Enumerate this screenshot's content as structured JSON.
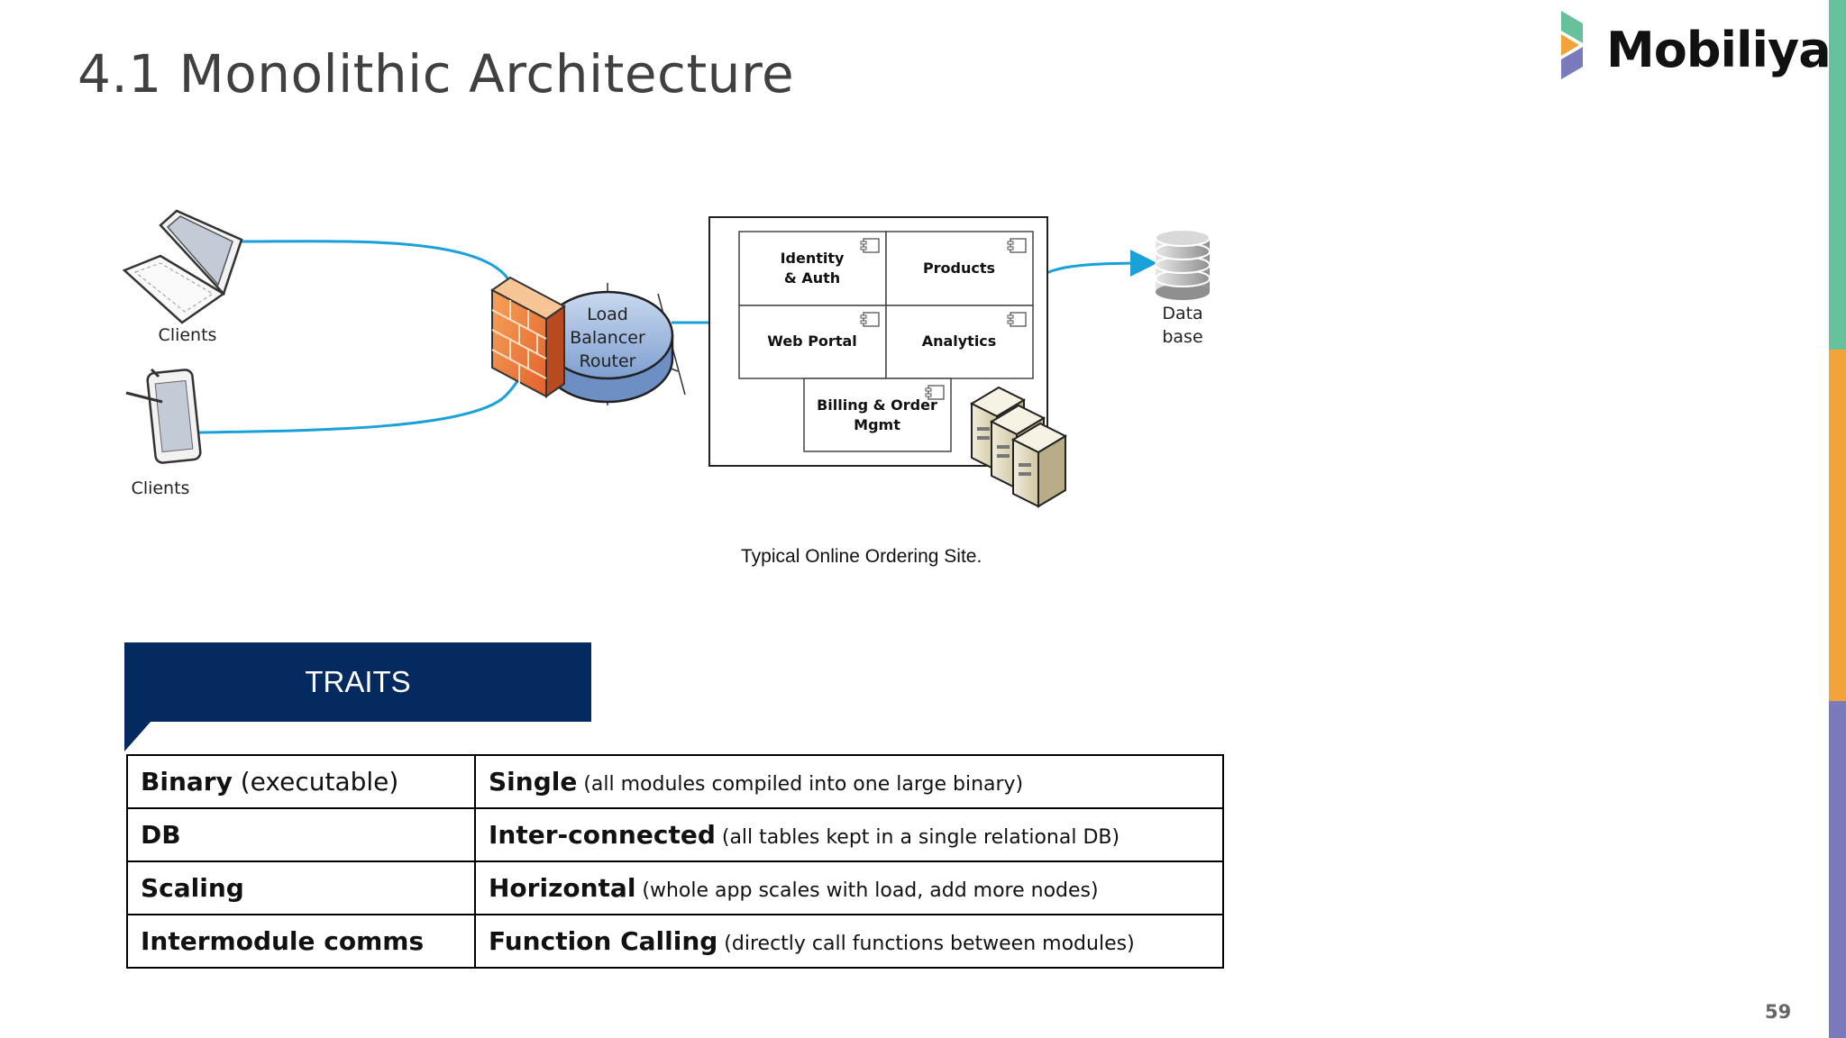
{
  "slide": {
    "title": "4.1 Monolithic Architecture",
    "page_number": "59"
  },
  "brand": {
    "name": "Mobiliya",
    "colors": {
      "green": "#68c19d",
      "orange": "#f2a33a",
      "purple": "#7a7bbd",
      "navy": "#052a5f"
    }
  },
  "diagram": {
    "client_top_label": "Clients",
    "client_bottom_label": "Clients",
    "router_label": [
      "Load",
      "Balancer",
      "Router"
    ],
    "modules": {
      "identity": [
        "Identity",
        "& Auth"
      ],
      "products": "Products",
      "web_portal": "Web Portal",
      "analytics": "Analytics",
      "billing": [
        "Billing & Order",
        "Mgmt"
      ]
    },
    "database_label": [
      "Data",
      "base"
    ],
    "caption": "Typical Online Ordering Site.",
    "icons": [
      "laptop-icon",
      "tablet-icon",
      "firewall-icon",
      "router-icon",
      "component-icon",
      "server-icon",
      "database-icon"
    ]
  },
  "traits": {
    "heading": "TRAITS",
    "rows": [
      {
        "key_strong": "Binary",
        "key_light": " (executable)",
        "value_strong": "Single",
        "value_note": " (all modules compiled into one large binary)"
      },
      {
        "key_strong": "DB",
        "key_light": "",
        "value_strong": "Inter-connected",
        "value_note": " (all tables kept in a single relational DB)"
      },
      {
        "key_strong": "Scaling",
        "key_light": "",
        "value_strong": "Horizontal",
        "value_note": " (whole app scales with load, add more nodes)"
      },
      {
        "key_strong": "Intermodule comms",
        "key_light": "",
        "value_strong": "Function Calling",
        "value_note": " (directly call functions between modules)"
      }
    ]
  }
}
